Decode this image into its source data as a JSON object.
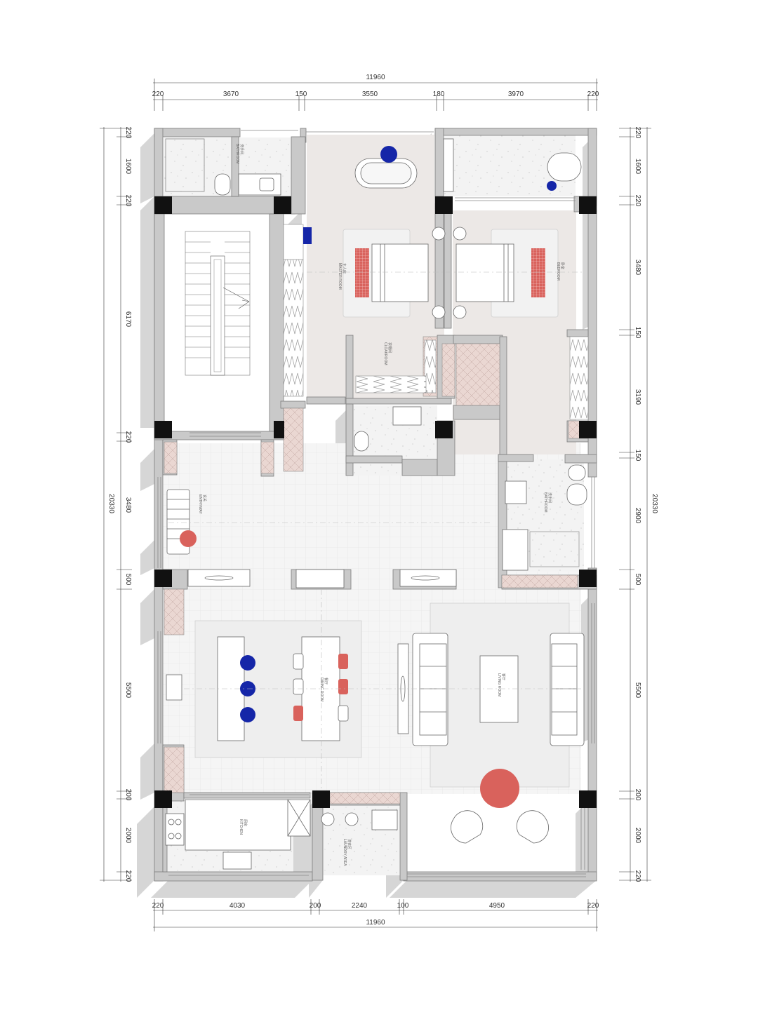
{
  "dimensions": {
    "top_total": "11960",
    "top_segments": [
      "220",
      "3670",
      "150",
      "3550",
      "180",
      "3970",
      "220"
    ],
    "bottom_total": "11960",
    "bottom_segments": [
      "220",
      "4030",
      "200",
      "2240",
      "100",
      "4950",
      "220"
    ],
    "left_total": "20330",
    "left_segments": [
      "220",
      "1600",
      "220",
      "6170",
      "220",
      "3480",
      "500",
      "5500",
      "200",
      "2000",
      "220"
    ],
    "right_total": "20330",
    "right_segments": [
      "220",
      "1600",
      "220",
      "3480",
      "150",
      "3190",
      "150",
      "2900",
      "500",
      "5500",
      "200",
      "2000",
      "220"
    ]
  },
  "rooms": {
    "bathroom_top": [
      "洗手间",
      "BATHROOM"
    ],
    "master_room": [
      "主人房",
      "MASTER ROOM"
    ],
    "cloakroom": [
      "衣帽间",
      "CLOAKROOM"
    ],
    "bedroom": [
      "卧室",
      "BEDROOM"
    ],
    "entryway": [
      "玄关",
      "ENTRYWAY"
    ],
    "bathroom_right": [
      "洗手间",
      "BATHROOM"
    ],
    "dining_room": [
      "餐厅",
      "DINING ROOM"
    ],
    "living_room": [
      "客厅",
      "LIVING ROOM"
    ],
    "kitchen": [
      "厨房",
      "KITCHEN"
    ],
    "laundry": [
      "洗衣区",
      "LAUNDRY AREA"
    ]
  },
  "colors": {
    "wall": "#c9c9c9",
    "wall_edge": "#8a8a8a",
    "column": "#111111",
    "shadow": "#d3d3d3",
    "floor_tile": "#f4f4f4",
    "floor_warm": "#ede9e7",
    "accent_blue": "#1526a8",
    "accent_red": "#d9625c",
    "cabinet_pink": "#ead7d2"
  }
}
